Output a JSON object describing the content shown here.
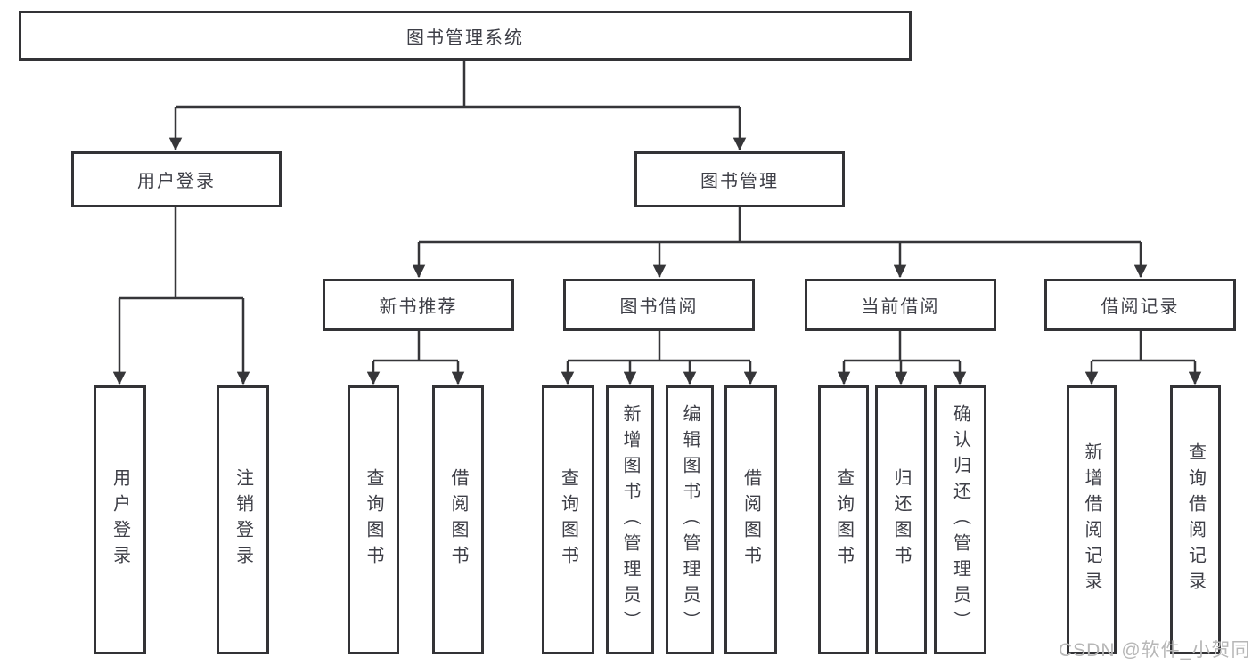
{
  "diagram": {
    "root": {
      "label": "图书管理系统"
    },
    "level2": [
      {
        "label": "用户登录"
      },
      {
        "label": "图书管理"
      }
    ],
    "level3": [
      {
        "label": "新书推荐"
      },
      {
        "label": "图书借阅"
      },
      {
        "label": "当前借阅"
      },
      {
        "label": "借阅记录"
      }
    ],
    "leaves": [
      {
        "label": "用户登录"
      },
      {
        "label": "注销登录"
      },
      {
        "label": "查询图书"
      },
      {
        "label": "借阅图书"
      },
      {
        "label": "查询图书"
      },
      {
        "label": "新增图书（管理员）"
      },
      {
        "label": "编辑图书（管理员）"
      },
      {
        "label": "借阅图书"
      },
      {
        "label": "查询图书"
      },
      {
        "label": "归还图书"
      },
      {
        "label": "确认归还（管理员）"
      },
      {
        "label": "新增借阅记录"
      },
      {
        "label": "查询借阅记录"
      }
    ],
    "colors": {
      "line": "#363639",
      "border": "#333336",
      "text": "#3e3f47",
      "watermark": "#b7b7b7",
      "background": "#ffffff"
    },
    "watermark": "CSDN @软件_小贺同学"
  }
}
